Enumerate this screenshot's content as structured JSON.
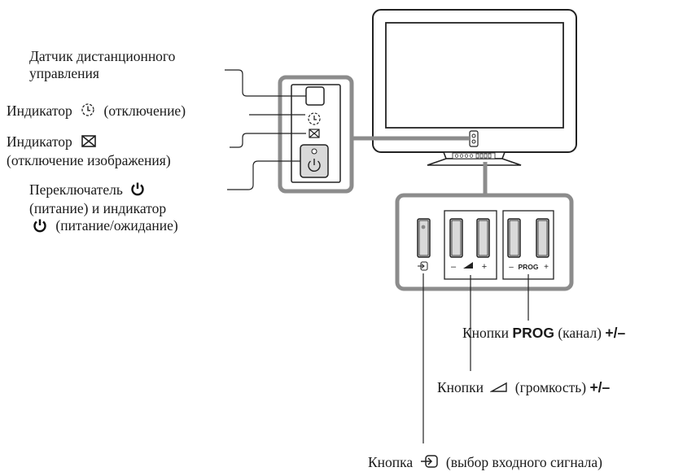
{
  "labels": {
    "remote_sensor": [
      "Датчик дистанционного",
      "управления"
    ],
    "timer_prefix": "Индикатор",
    "timer_suffix": "(отключение)",
    "picture_off_prefix": "Индикатор",
    "picture_off_line2": "(отключение изображения)",
    "power_line1": "Переключатель",
    "power_line2": "(питание) и индикатор",
    "power_line3": "(питание/ожидание)",
    "prog_prefix": "Кнопки",
    "prog_bold": "PROG",
    "prog_mid": "(канал)",
    "prog_pm": "+/–",
    "volume_prefix": "Кнопки",
    "volume_mid": "(громкость)",
    "volume_pm": "+/–",
    "input_prefix": "Кнопка",
    "input_suffix": "(выбор входного сигнала)"
  },
  "panel_marks": {
    "minus": "–",
    "plus": "+",
    "prog": "PROG"
  },
  "colors": {
    "line": "#222222",
    "callout": "#8c8c8c",
    "button_fill": "#d9d9d9"
  }
}
